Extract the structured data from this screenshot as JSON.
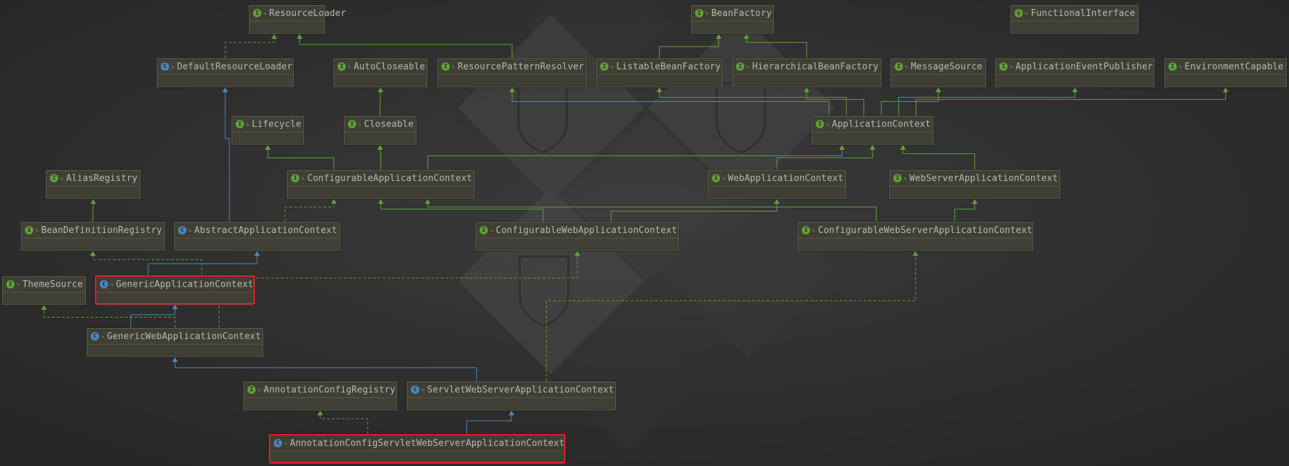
{
  "colors": {
    "background": "#2b2b2b",
    "node_fill": "#403f35",
    "node_border": "#5d5c50",
    "extends_edge": "#5f9f3b",
    "class_extends_edge": "#4a88b8",
    "selection": "#e0202a"
  },
  "legend": {
    "interface_badge": "I",
    "class_badge": "C",
    "annotation_badge": "@"
  },
  "nodes": [
    {
      "id": "ResourceLoader",
      "label": "ResourceLoader",
      "kind": "interface",
      "selected": false
    },
    {
      "id": "BeanFactory",
      "label": "BeanFactory",
      "kind": "interface",
      "selected": false
    },
    {
      "id": "FunctionalInterface",
      "label": "FunctionalInterface",
      "kind": "annotation",
      "selected": false
    },
    {
      "id": "DefaultResourceLoader",
      "label": "DefaultResourceLoader",
      "kind": "class",
      "selected": false
    },
    {
      "id": "AutoCloseable",
      "label": "AutoCloseable",
      "kind": "interface",
      "selected": false
    },
    {
      "id": "ResourcePatternResolver",
      "label": "ResourcePatternResolver",
      "kind": "interface",
      "selected": false
    },
    {
      "id": "ListableBeanFactory",
      "label": "ListableBeanFactory",
      "kind": "interface",
      "selected": false
    },
    {
      "id": "HierarchicalBeanFactory",
      "label": "HierarchicalBeanFactory",
      "kind": "interface",
      "selected": false
    },
    {
      "id": "MessageSource",
      "label": "MessageSource",
      "kind": "interface",
      "selected": false
    },
    {
      "id": "ApplicationEventPublisher",
      "label": "ApplicationEventPublisher",
      "kind": "interface",
      "selected": false
    },
    {
      "id": "EnvironmentCapable",
      "label": "EnvironmentCapable",
      "kind": "interface",
      "selected": false
    },
    {
      "id": "Lifecycle",
      "label": "Lifecycle",
      "kind": "interface",
      "selected": false
    },
    {
      "id": "Closeable",
      "label": "Closeable",
      "kind": "interface",
      "selected": false
    },
    {
      "id": "ApplicationContext",
      "label": "ApplicationContext",
      "kind": "interface",
      "selected": false
    },
    {
      "id": "AliasRegistry",
      "label": "AliasRegistry",
      "kind": "interface",
      "selected": false
    },
    {
      "id": "ConfigurableApplicationContext",
      "label": "ConfigurableApplicationContext",
      "kind": "interface",
      "selected": false
    },
    {
      "id": "WebApplicationContext",
      "label": "WebApplicationContext",
      "kind": "interface",
      "selected": false
    },
    {
      "id": "WebServerApplicationContext",
      "label": "WebServerApplicationContext",
      "kind": "interface",
      "selected": false
    },
    {
      "id": "BeanDefinitionRegistry",
      "label": "BeanDefinitionRegistry",
      "kind": "interface",
      "selected": false
    },
    {
      "id": "AbstractApplicationContext",
      "label": "AbstractApplicationContext",
      "kind": "class",
      "selected": false
    },
    {
      "id": "ConfigurableWebApplicationContext",
      "label": "ConfigurableWebApplicationContext",
      "kind": "interface",
      "selected": false
    },
    {
      "id": "ConfigurableWebServerApplicationContext",
      "label": "ConfigurableWebServerApplicationContext",
      "kind": "interface",
      "selected": false
    },
    {
      "id": "ThemeSource",
      "label": "ThemeSource",
      "kind": "interface",
      "selected": false
    },
    {
      "id": "GenericApplicationContext",
      "label": "GenericApplicationContext",
      "kind": "class",
      "selected": true
    },
    {
      "id": "GenericWebApplicationContext",
      "label": "GenericWebApplicationContext",
      "kind": "class",
      "selected": false
    },
    {
      "id": "AnnotationConfigRegistry",
      "label": "AnnotationConfigRegistry",
      "kind": "interface",
      "selected": false
    },
    {
      "id": "ServletWebServerApplicationContext",
      "label": "ServletWebServerApplicationContext",
      "kind": "class",
      "selected": false
    },
    {
      "id": "AnnotationConfigServletWebServerApplicationContext",
      "label": "AnnotationConfigServletWebServerApplicationContext",
      "kind": "class",
      "selected": true
    }
  ],
  "edges": [
    {
      "from": "DefaultResourceLoader",
      "to": "ResourceLoader",
      "type": "implements"
    },
    {
      "from": "ResourcePatternResolver",
      "to": "ResourceLoader",
      "type": "extends"
    },
    {
      "from": "ListableBeanFactory",
      "to": "BeanFactory",
      "type": "extends"
    },
    {
      "from": "HierarchicalBeanFactory",
      "to": "BeanFactory",
      "type": "extends"
    },
    {
      "from": "Closeable",
      "to": "AutoCloseable",
      "type": "extends"
    },
    {
      "from": "ApplicationContext",
      "to": "ResourcePatternResolver",
      "type": "extends"
    },
    {
      "from": "ApplicationContext",
      "to": "ListableBeanFactory",
      "type": "extends"
    },
    {
      "from": "ApplicationContext",
      "to": "HierarchicalBeanFactory",
      "type": "extends"
    },
    {
      "from": "ApplicationContext",
      "to": "MessageSource",
      "type": "extends"
    },
    {
      "from": "ApplicationContext",
      "to": "ApplicationEventPublisher",
      "type": "extends"
    },
    {
      "from": "ApplicationContext",
      "to": "EnvironmentCapable",
      "type": "extends"
    },
    {
      "from": "ConfigurableApplicationContext",
      "to": "Lifecycle",
      "type": "extends"
    },
    {
      "from": "ConfigurableApplicationContext",
      "to": "Closeable",
      "type": "extends"
    },
    {
      "from": "ConfigurableApplicationContext",
      "to": "ApplicationContext",
      "type": "extends"
    },
    {
      "from": "WebApplicationContext",
      "to": "ApplicationContext",
      "type": "extends"
    },
    {
      "from": "WebServerApplicationContext",
      "to": "ApplicationContext",
      "type": "extends"
    },
    {
      "from": "BeanDefinitionRegistry",
      "to": "AliasRegistry",
      "type": "extends"
    },
    {
      "from": "AbstractApplicationContext",
      "to": "DefaultResourceLoader",
      "type": "class-extends"
    },
    {
      "from": "AbstractApplicationContext",
      "to": "ConfigurableApplicationContext",
      "type": "implements"
    },
    {
      "from": "ConfigurableWebApplicationContext",
      "to": "ConfigurableApplicationContext",
      "type": "extends"
    },
    {
      "from": "ConfigurableWebApplicationContext",
      "to": "WebApplicationContext",
      "type": "extends"
    },
    {
      "from": "ConfigurableWebServerApplicationContext",
      "to": "ConfigurableApplicationContext",
      "type": "extends"
    },
    {
      "from": "ConfigurableWebServerApplicationContext",
      "to": "WebServerApplicationContext",
      "type": "extends"
    },
    {
      "from": "GenericApplicationContext",
      "to": "AbstractApplicationContext",
      "type": "class-extends"
    },
    {
      "from": "GenericApplicationContext",
      "to": "BeanDefinitionRegistry",
      "type": "implements"
    },
    {
      "from": "GenericWebApplicationContext",
      "to": "GenericApplicationContext",
      "type": "class-extends"
    },
    {
      "from": "GenericWebApplicationContext",
      "to": "ThemeSource",
      "type": "implements"
    },
    {
      "from": "GenericWebApplicationContext",
      "to": "ConfigurableWebApplicationContext",
      "type": "implements"
    },
    {
      "from": "ServletWebServerApplicationContext",
      "to": "GenericWebApplicationContext",
      "type": "class-extends"
    },
    {
      "from": "ServletWebServerApplicationContext",
      "to": "ConfigurableWebServerApplicationContext",
      "type": "implements"
    },
    {
      "from": "AnnotationConfigServletWebServerApplicationContext",
      "to": "AnnotationConfigRegistry",
      "type": "implements"
    },
    {
      "from": "AnnotationConfigServletWebServerApplicationContext",
      "to": "ServletWebServerApplicationContext",
      "type": "class-extends"
    }
  ]
}
